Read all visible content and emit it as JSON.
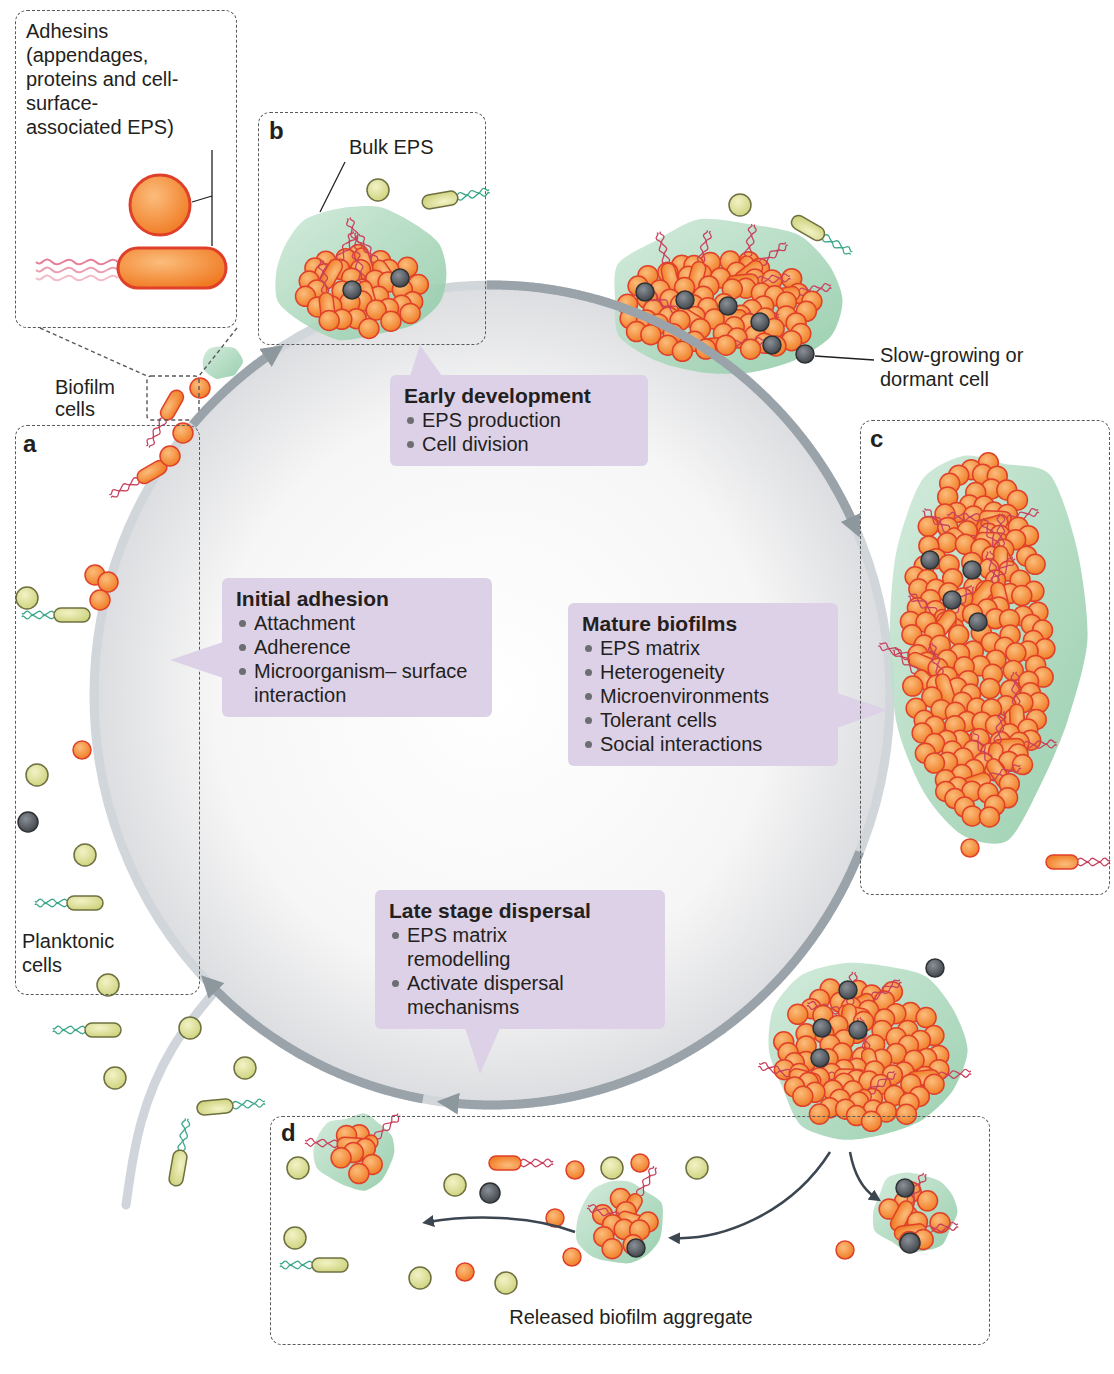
{
  "diagram": {
    "nodes": [
      {
        "text": [
          "Adhesins (appendages, proteins and cell-surface- associated EPS)"
        ]
      },
      {
        "text": [
          "b",
          "Bulk EPS"
        ]
      },
      {
        "text": [
          "Early development",
          "EPS production",
          "Cell division"
        ]
      },
      {
        "text": [
          "a",
          "Planktonic cells"
        ]
      },
      {
        "text": [
          "Initial adhesion",
          "Attachment",
          "Adherence",
          "Microorganism– surface interaction"
        ]
      },
      {
        "text": [
          "Mature biofilms",
          "EPS matrix",
          "Heterogeneity",
          "Microenvironments",
          "Tolerant cells",
          "Social interactions"
        ]
      },
      {
        "text": [
          "c"
        ]
      },
      {
        "text": [
          "Late stage dispersal",
          "EPS matrix remodelling",
          "Activate dispersal mechanisms"
        ]
      },
      {
        "text": [
          "d",
          "Released biofilm aggregate"
        ]
      }
    ],
    "edges": [
      {
        "from": 3,
        "to": 1,
        "arrow": "to"
      },
      {
        "from": 1,
        "to": 6,
        "arrow": "to"
      },
      {
        "from": 6,
        "to": 8,
        "arrow": "to"
      },
      {
        "from": 8,
        "to": 3,
        "arrow": "to"
      }
    ],
    "labels": [
      "Biofilm cells",
      "Slow-growing or dormant cell"
    ]
  }
}
